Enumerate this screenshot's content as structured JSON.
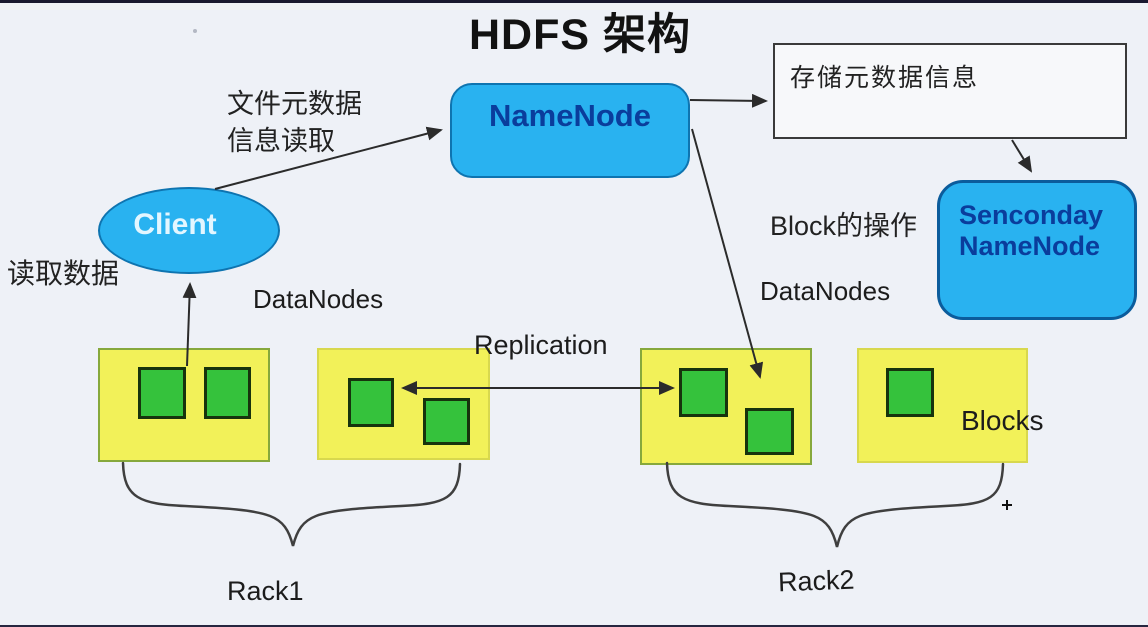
{
  "title": "HDFS 架构",
  "colors": {
    "bg": "#eef1f7",
    "node-fill": "#29b2f0",
    "node-text": "#0a3d9c",
    "rack-fill": "#f2f159",
    "block-fill": "#35c23c"
  },
  "nodes": {
    "namenode": {
      "label": "NameNode"
    },
    "secondary_namenode": {
      "line1": "Senconday",
      "line2": "NameNode"
    },
    "client": {
      "label": "Client"
    },
    "metadata_box": {
      "label": "存储元数据信息"
    }
  },
  "annotations": {
    "file_metadata_read": {
      "line1": "文件元数据",
      "line2": "信息读取"
    },
    "read_data": "读取数据",
    "datanodes_left": "DataNodes",
    "datanodes_right": "DataNodes",
    "block_operations": "Block的操作",
    "replication": "Replication",
    "blocks": "Blocks"
  },
  "racks": {
    "rack1": {
      "label": "Rack1",
      "datanodes": [
        {
          "blocks": 2
        },
        {
          "blocks": 2
        }
      ]
    },
    "rack2": {
      "label": "Rack2",
      "datanodes": [
        {
          "blocks": 2
        },
        {
          "blocks": 1
        }
      ]
    }
  },
  "edges": [
    {
      "from": "client",
      "to": "namenode",
      "label": "文件元数据信息读取"
    },
    {
      "from": "namenode",
      "to": "metadata_box"
    },
    {
      "from": "metadata_box",
      "to": "secondary_namenode"
    },
    {
      "from": "namenode",
      "to": "rack2_datanode1",
      "label": "Block的操作"
    },
    {
      "from": "rack1_datanode1",
      "to": "client",
      "label": "读取数据"
    },
    {
      "from": "rack1_datanode2",
      "to": "rack2_datanode1",
      "label": "Replication",
      "bidirectional": true
    }
  ]
}
